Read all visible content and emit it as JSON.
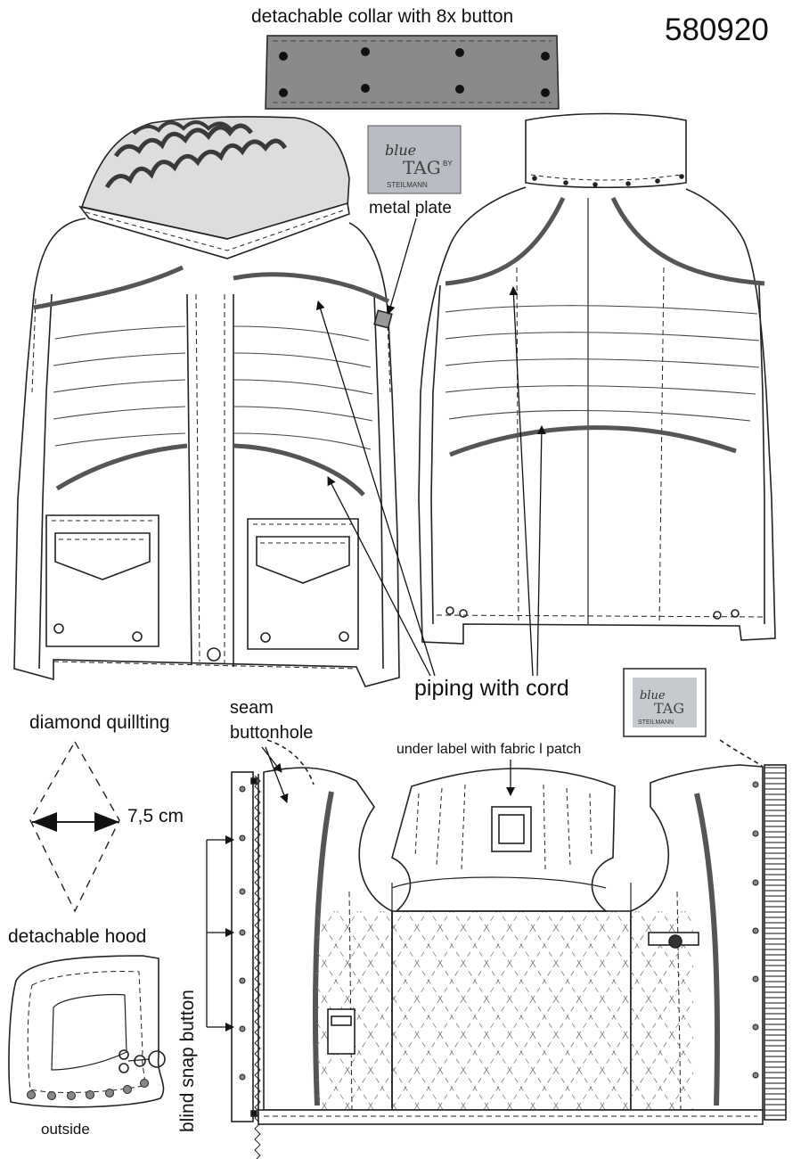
{
  "article_number": "580920",
  "labels": {
    "collar": "detachable collar with 8x button",
    "metal_plate": "metal plate",
    "piping": "piping with cord",
    "diamond": "diamond quillting",
    "diamond_size": "7,5 cm",
    "seam_1": "seam",
    "seam_2": "buttonhole",
    "under_label": "under label with fabric l patch",
    "hood": "detachable hood",
    "outside": "outside",
    "snap": "blind snap button"
  },
  "logo": {
    "script": "blue",
    "mark": "TAG",
    "by": "BY",
    "brand": "STEILMANN"
  },
  "colors": {
    "piping": "#555555",
    "collar_fill": "#8a8a8a",
    "line": "#222222",
    "fur": "#3a3a3a"
  }
}
